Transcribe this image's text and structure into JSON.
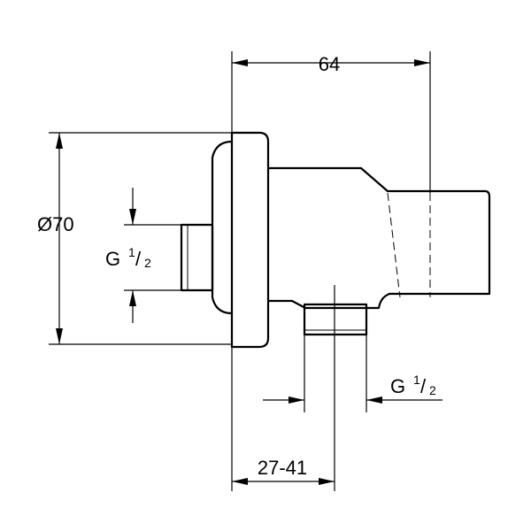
{
  "dimensions": {
    "top_width": "64",
    "diameter_symbol": "Ø",
    "diameter_value": "70",
    "bottom_range": "27-41",
    "left_thread": {
      "prefix": "G",
      "numerator": "1",
      "slash": "/",
      "denominator": "2"
    },
    "right_thread": {
      "prefix": "G",
      "numerator": "1",
      "slash": "/",
      "denominator": "2"
    }
  }
}
